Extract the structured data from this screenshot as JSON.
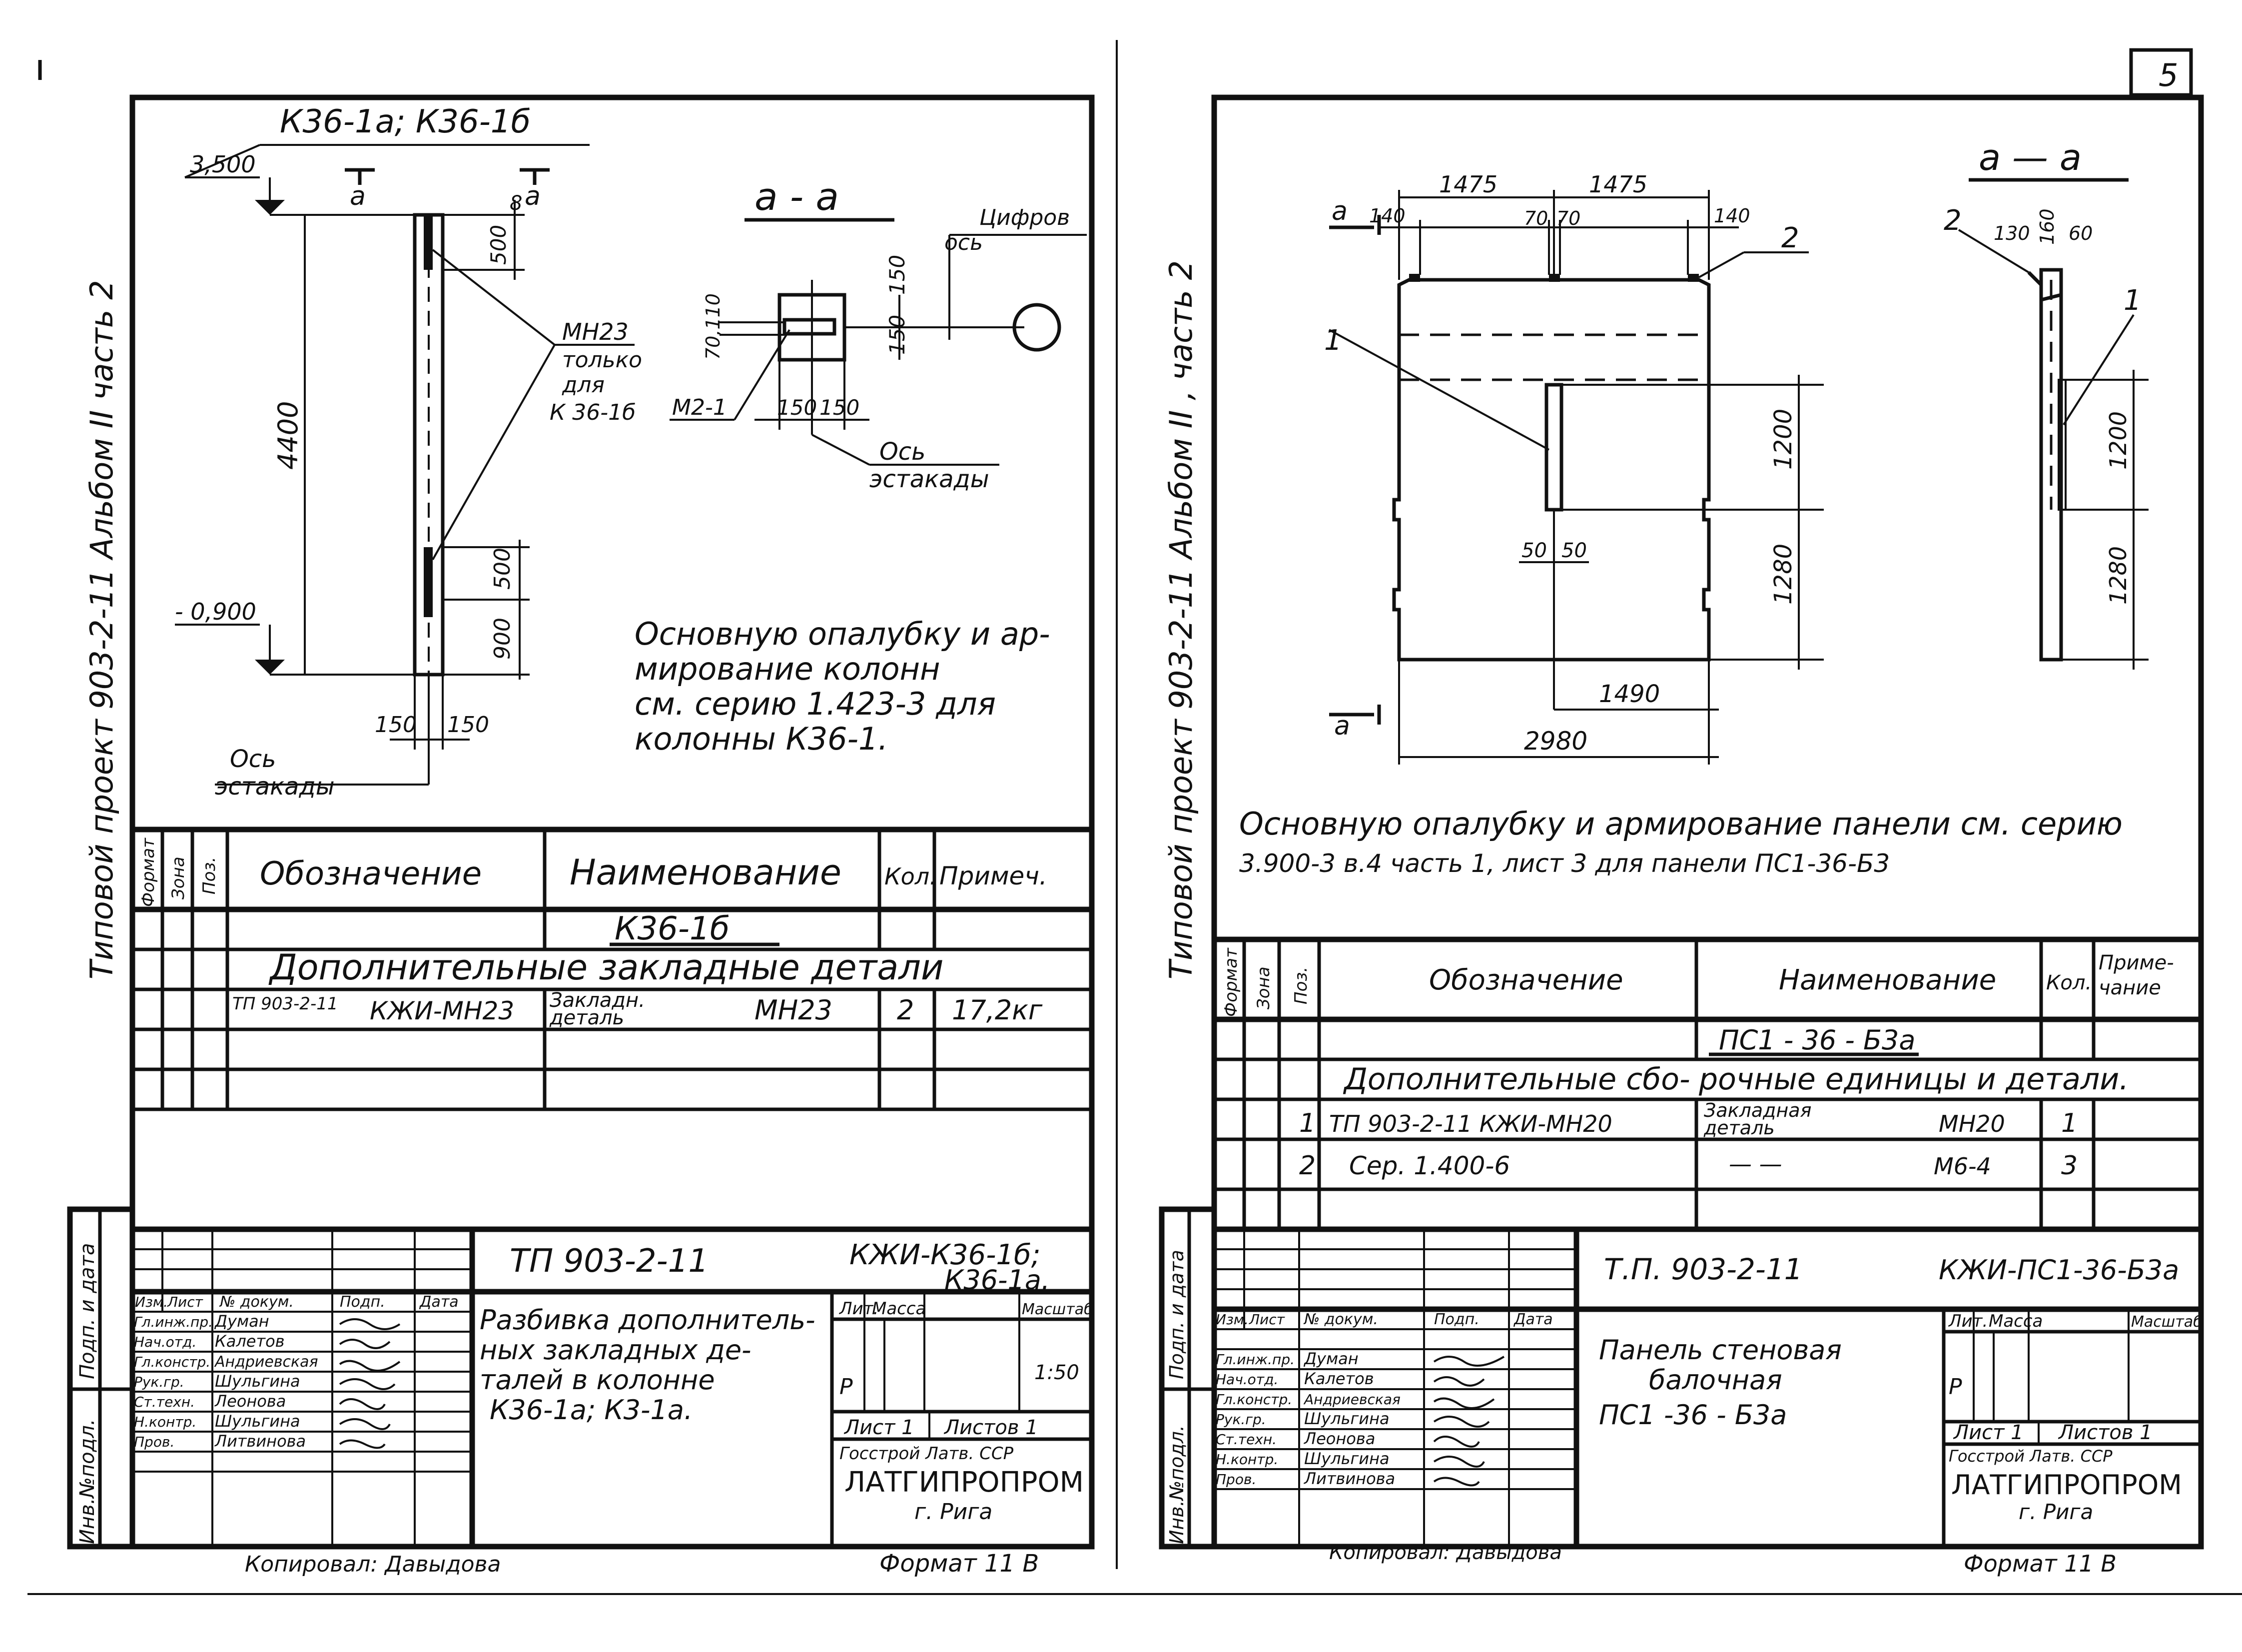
{
  "page_number": "5",
  "left": {
    "margin_label": "Типовой проект   903-2-11   Альбом II   часть 2",
    "elevation": {
      "title": "К36-1а; К36-1б",
      "section_mark": "а",
      "top_level": "3,500",
      "bottom_level": "- 0,900",
      "dims": {
        "total": "4400",
        "top_part": "500",
        "top_offset": "8",
        "mid": "500",
        "low": "900",
        "w_left": "150",
        "w_right": "150"
      },
      "callout": [
        "МН23",
        "только",
        "для",
        "К 36-1б"
      ],
      "axis_label": [
        "Ось",
        "эстакады"
      ]
    },
    "section": {
      "title": "а  -  а",
      "dims": {
        "offset_a": "70,110",
        "h_top": "150",
        "h_bot": "150",
        "w_left": "150",
        "w_right": "150"
      },
      "part": "М2-1",
      "axis_digit": [
        "Цифров",
        "ось"
      ],
      "axis_label": [
        "Ось",
        "эстакады"
      ]
    },
    "note": [
      "Основную опалубку и ар-",
      "мирование колонн",
      "см. серию 1.423-3 для",
      "колонны   К36-1."
    ],
    "spec": {
      "side_headers": [
        "Формат",
        "Зона",
        "Поз."
      ],
      "headers": {
        "designation": "Обозначение",
        "name": "Наименование",
        "qty": "Кол.",
        "note": "Примеч."
      },
      "group": "К36-1б",
      "section": "Дополнительные   закладные   детали",
      "row": {
        "doc": "ТП 903-2-11",
        "code": "КЖИ-МН23",
        "name": [
          "Закладн.",
          "деталь"
        ],
        "mark": "МН23",
        "qty": "2",
        "note": "17,2кг"
      }
    },
    "title_block": {
      "project": "ТП   903-2-11",
      "code": [
        "КЖИ-К36-1б;",
        "К36-1а."
      ],
      "description": [
        "Разбивка дополнитель-",
        "ных закладных де-",
        "талей в колонне",
        "К36-1а; К3-1а."
      ],
      "cols": [
        "Изм.",
        "Лист",
        "№ докум.",
        "Подп.",
        "Дата"
      ],
      "staff_roles": [
        "Гл.инж.пр.",
        "Нач.отд.",
        "Гл.констр.",
        "Рук.гр.",
        "Ст.техн.",
        "Н.контр.",
        "Пров."
      ],
      "staff_names": [
        "Думан",
        "Калетов",
        "Андриевская",
        "Шульгина",
        "Леонова",
        "Шульгина",
        "Литвинова"
      ],
      "stage_headers": [
        "Лит.",
        "Масса",
        "Масштаб"
      ],
      "stage": "Р",
      "scale": "1:50",
      "sheet": "Лист 1",
      "sheets": "Листов 1",
      "org_small": "Госстрой Латв. ССР",
      "org": "ЛАТГИПРОПРОМ",
      "city": "г. Рига",
      "side_labels": [
        "Инв.№подл.",
        "Подп. и дата"
      ]
    },
    "copied": "Копировал: Давыдова",
    "format": "Формат 11 В"
  },
  "right": {
    "margin_label": "Типовой проект   903-2-11   Альбом II , часть 2",
    "front": {
      "section_mark": "а",
      "dims": {
        "half_l": "1475",
        "half_r": "1475",
        "edge_l": "140",
        "mid_l": "70",
        "mid_r": "70",
        "edge_r": "140",
        "h_up": "1200",
        "h_low": "1280",
        "offs_l": "50",
        "offs_r": "50",
        "half_w": "1490",
        "width": "2980"
      },
      "labels": {
        "one": "1",
        "two": "2"
      }
    },
    "side": {
      "title": "а  —  а",
      "dims": {
        "d130": "130",
        "d160": "160",
        "d60": "60",
        "h_up": "1200",
        "h_low": "1280"
      },
      "labels": {
        "one": "1",
        "two": "2"
      }
    },
    "note": [
      "Основную опалубку и армирование панели см. серию",
      "3.900-3 в.4 часть 1, лист 3  для  панели   ПС1-36-Б3"
    ],
    "spec": {
      "side_headers": [
        "Формат",
        "Зона",
        "Поз."
      ],
      "headers": {
        "designation": "Обозначение",
        "name": "Наименование",
        "qty": "Кол.",
        "note": [
          "Приме-",
          "чание"
        ]
      },
      "group": "ПС1 - 36 - Б3а",
      "section_a": "Дополнительные     сбо-",
      "section_b": "рочные единицы и детали.",
      "row1": {
        "pos": "1",
        "doc": "ТП 903-2-11  КЖИ-МН20",
        "name": [
          "Закладная",
          "деталь"
        ],
        "mark": "МН20",
        "qty": "1"
      },
      "row2": {
        "pos": "2",
        "doc": "Сер.   1.400-6",
        "name": "— —",
        "mark": "М6-4",
        "qty": "3"
      }
    },
    "title_block": {
      "project": "Т.П. 903-2-11",
      "code": "КЖИ-ПС1-36-Б3а",
      "description": [
        "Панель   стеновая",
        "балочная",
        "ПС1  -36  - Б3а"
      ],
      "cols": [
        "Изм.",
        "Лист",
        "№ докум.",
        "Подп.",
        "Дата"
      ],
      "staff_roles": [
        "Гл.инж.пр.",
        "Нач.отд.",
        "Гл.констр.",
        "Рук.гр.",
        "Ст.техн.",
        "Н.контр.",
        "Пров."
      ],
      "staff_names": [
        "Думан",
        "Калетов",
        "Андриевская",
        "Шульгина",
        "Леонова",
        "Шульгина",
        "Литвинова"
      ],
      "stage_headers": [
        "Лит.",
        "Масса",
        "Масштаб"
      ],
      "stage": "Р",
      "sheet": "Лист 1",
      "sheets": "Листов 1",
      "org_small": "Госстрой Латв. ССР",
      "org": "ЛАТГИПРОПРОМ",
      "city": "г. Рига",
      "side_labels": [
        "Инв.№подл.",
        "Подп. и дата"
      ]
    },
    "copied": "Копировал: Давыдова",
    "format": "Формат 11 В"
  }
}
